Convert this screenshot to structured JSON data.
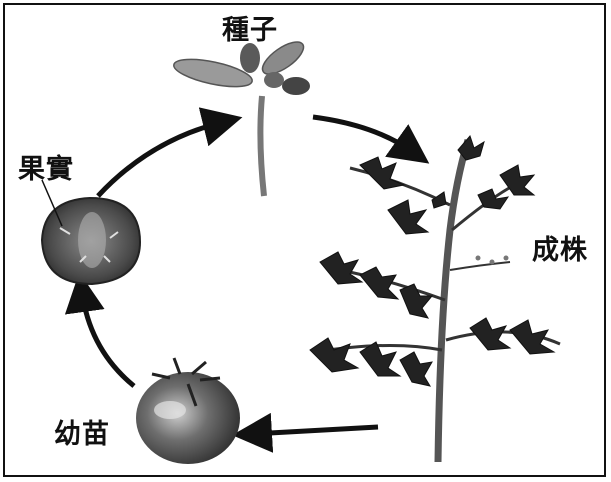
{
  "labels": {
    "seed": "種子",
    "fruit": "果實",
    "mature_plant": "成株",
    "seedling": "幼苗"
  }
}
